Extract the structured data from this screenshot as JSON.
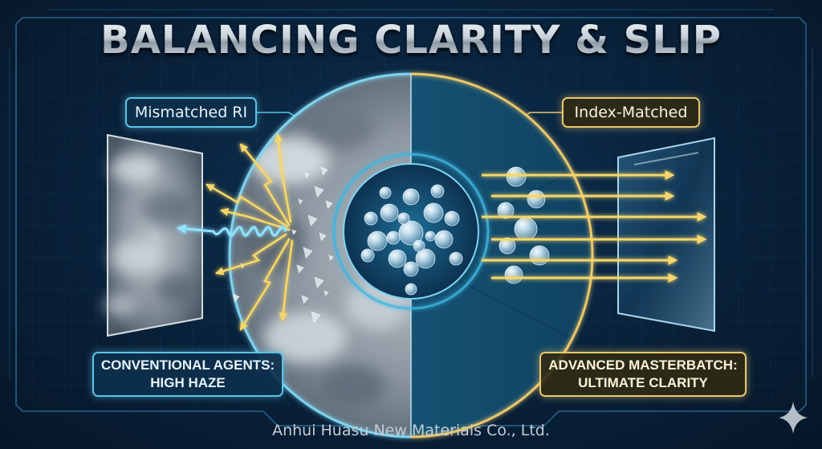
{
  "title": "BALANCING CLARITY & SLIP",
  "left": {
    "label": "Mismatched RI",
    "caption_lines": [
      "CONVENTIONAL AGENTS:",
      "HIGH HAZE"
    ]
  },
  "right": {
    "label": "Index-Matched",
    "caption_lines": [
      "ADVANCED MASTERBATCH:",
      "ULTIMATE CLARITY"
    ]
  },
  "footer": "Anhui Huasu New Materials Co., Ltd.",
  "colors": {
    "background": "#0a2540",
    "accent_blue": "#5cc3e6",
    "accent_gold": "#e9c76c",
    "haze": "#8e99a3",
    "light": "#f6d66a"
  },
  "icons": [
    "sparkle-icon"
  ]
}
